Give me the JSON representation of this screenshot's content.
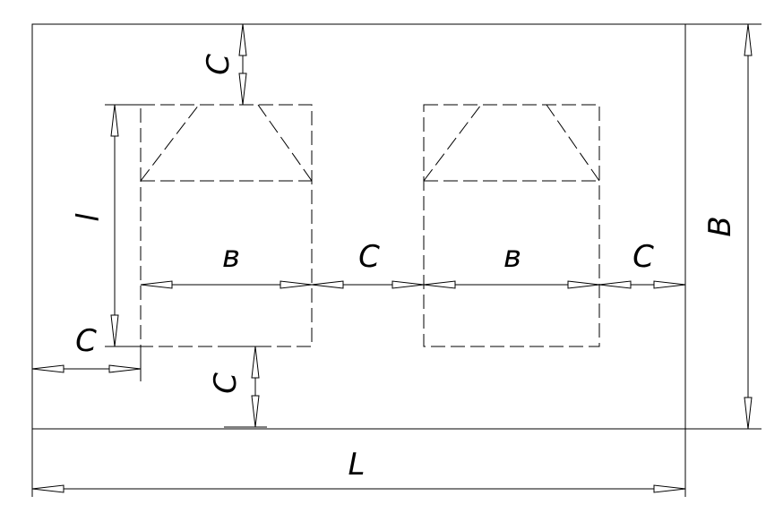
{
  "diagram": {
    "labels": {
      "outer_length": "L",
      "outer_width": "B",
      "clearance": "C",
      "item_width": "в",
      "item_length": "l"
    },
    "colors": {
      "ink": "#000000",
      "background": "#ffffff"
    }
  }
}
